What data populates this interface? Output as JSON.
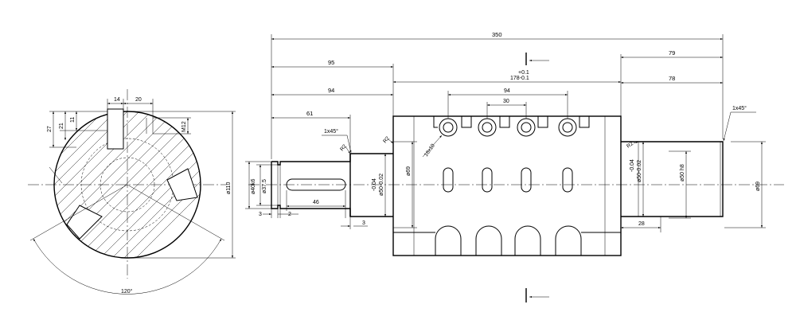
{
  "side_view": {
    "dims": {
      "key_width": "14",
      "offset": "20",
      "depth_27": "27",
      "depth_21": "21",
      "depth_11": "11",
      "thread": "M12",
      "diameter": "ø110",
      "angle": "120°"
    }
  },
  "front_view": {
    "dims": {
      "overall_length": "350",
      "len_95": "95",
      "len_94": "94",
      "len_61": "61",
      "len_79": "79",
      "len_78": "78",
      "tol_upper": "+0.1",
      "body_length": "178-0.1",
      "spacing_94": "94",
      "spacing_30": "30",
      "chamfer_left": "1x45°",
      "chamfer_right": "1x45°",
      "radius_left": "R2",
      "radius_mid": "R2",
      "radius_right": "R2",
      "hole_spec": "16x10",
      "journal_dia": "ø40k6",
      "groove_dia": "ø37.5",
      "keyway_len": "46",
      "gap_3a": "3",
      "gap_2": "2",
      "gap_3b": "3",
      "tol_left": "-0.04",
      "seat_left": "ø50-0.02",
      "dia_69_inner": "ø69",
      "tol_right": "-0.04",
      "seat_right": "ø50-0.02",
      "shaft_right": "ø50 h8",
      "len_28": "28",
      "dia_69_outer": "ø69"
    }
  }
}
